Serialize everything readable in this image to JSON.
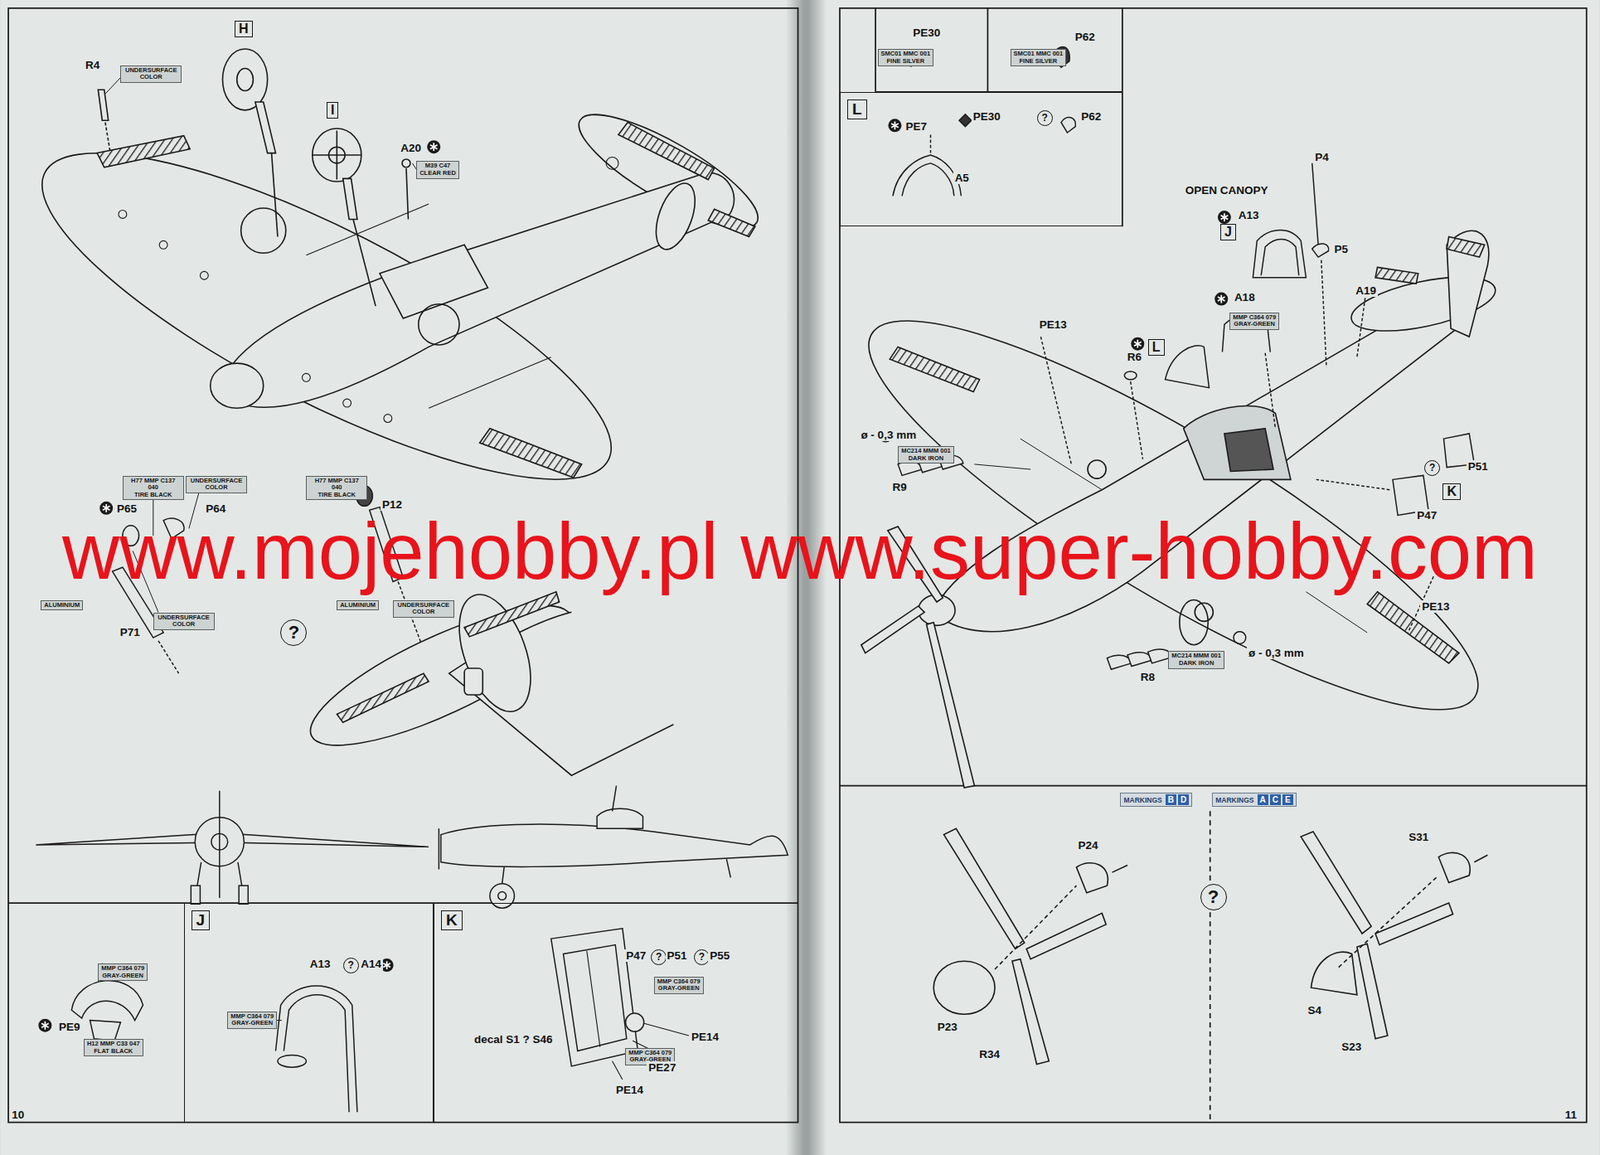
{
  "diagram": {
    "nodes": [
      {
        "text": [
          "H"
        ]
      },
      {
        "text": [
          "I"
        ]
      },
      {
        "text": [
          "UNDERSURFACE COLOR"
        ]
      },
      {
        "text": [
          "M39 C47",
          "CLEAR RED"
        ]
      },
      {
        "text": [
          "H77 MMP C137 040",
          "TIRE BLACK"
        ]
      },
      {
        "text": [
          "UNDERSURFACE COLOR"
        ]
      },
      {
        "text": [
          "ALUMINIUM"
        ]
      },
      {
        "text": [
          "UNDERSURFACE COLOR"
        ]
      },
      {
        "text": [
          "H77 MMP C137 040",
          "TIRE BLACK"
        ]
      },
      {
        "text": [
          "ALUMINIUM"
        ]
      },
      {
        "text": [
          "UNDERSURFACE COLOR"
        ]
      },
      {
        "text": [
          "MMP C364 079",
          "GRAY-GREEN"
        ]
      },
      {
        "text": [
          "H12 MMP C33 047",
          "FLAT BLACK"
        ]
      },
      {
        "text": [
          "J"
        ]
      },
      {
        "text": [
          "MMP C364 079",
          "GRAY-GREEN"
        ],
        "in": 13
      },
      {
        "text": [
          "K"
        ]
      },
      {
        "text": [
          "MMP C364 079",
          "GRAY-GREEN"
        ],
        "in": 15
      },
      {
        "text": [
          "MMP C364 079",
          "GRAY-GREEN"
        ],
        "in": 15
      },
      {
        "text": [
          "SMC01 MMC 001",
          "FINE SILVER"
        ]
      },
      {
        "text": [
          "SMC01 MMC 001",
          "FINE SILVER"
        ]
      },
      {
        "text": [
          "L"
        ]
      },
      {
        "text": [
          "J"
        ]
      },
      {
        "text": [
          "L"
        ]
      },
      {
        "text": [
          "MMP C364 079",
          "GRAY-GREEN"
        ]
      },
      {
        "text": [
          "MC214 MMM 001",
          "DARK IRON"
        ]
      },
      {
        "text": [
          "K"
        ]
      },
      {
        "text": [
          "MC214 MMM 001",
          "DARK IRON"
        ]
      },
      {
        "text": [
          "MARKINGS",
          "B",
          "D"
        ]
      },
      {
        "text": [
          "MARKINGS",
          "A",
          "C",
          "E"
        ]
      }
    ],
    "labels": [
      "R4",
      "A20",
      "P65",
      "P64",
      "?",
      "P71",
      "P12",
      "PE9",
      "A13",
      "?",
      "A14",
      "decal S1 ? S46",
      "P47",
      "?",
      "P51",
      "?",
      "P55",
      "PE14",
      "PE27",
      "PE14",
      "10",
      "PE30",
      "P62",
      "PE7",
      "PE30",
      "?",
      "P62",
      "A5",
      "P4",
      "OPEN CANOPY",
      "A13",
      "P5",
      "A18",
      "A19",
      "PE13",
      "R6",
      "ø - 0,3 mm",
      "R9",
      "?",
      "P51",
      "P47",
      "PE13",
      "R8",
      "ø - 0,3 mm",
      "P24",
      "S31",
      "?",
      "P23",
      "R34",
      "S4",
      "S23",
      "11",
      "www.mojehobby.pl www.super-hobby.com"
    ]
  }
}
